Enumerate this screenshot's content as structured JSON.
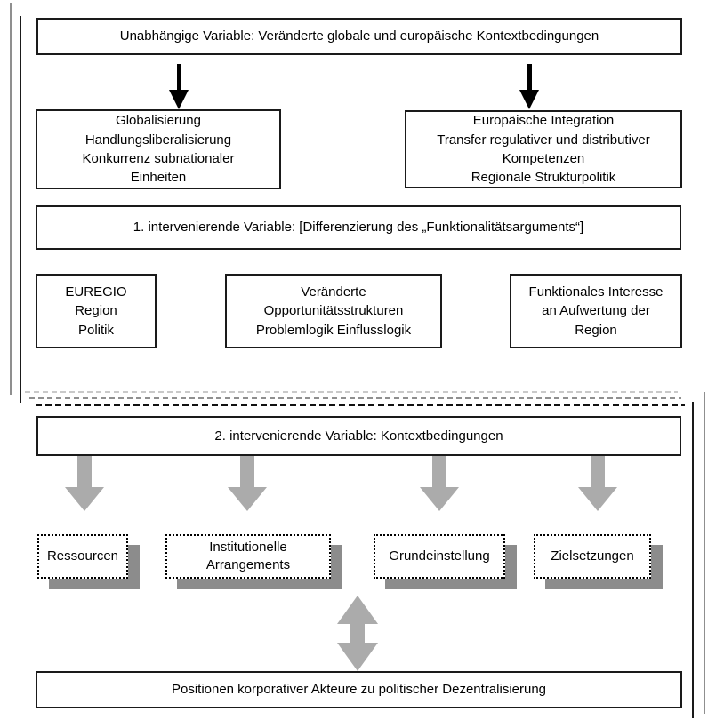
{
  "diagram": {
    "independent_variable": {
      "label": "Unabhängige Variable: Veränderte globale und europäische Kontextbedingungen"
    },
    "globalization": {
      "label": "Globalisierung\nHandlungsliberalisierung\nKonkurrenz subnationaler\nEinheiten"
    },
    "european_integration": {
      "label": "Europäische Integration\nTransfer regulativer und distributiver\nKompetenzen\nRegionale Strukturpolitik"
    },
    "intervening_variable_1": {
      "label": "1. intervenierende Variable: [Differenzierung des „Funktionalitätsarguments“]"
    },
    "euregio": {
      "label": "EUREGIO\nRegion\nPolitik"
    },
    "opportunity_structures": {
      "label": "Veränderte\nOpportunitätsstrukturen\nProblemlogik Einflusslogik"
    },
    "functional_interest": {
      "label": "Funktionales Interesse\nan Aufwertung der\nRegion"
    },
    "intervening_variable_2": {
      "label": "2. intervenierende Variable: Kontextbedingungen"
    },
    "context_conditions": [
      {
        "label": "Ressourcen"
      },
      {
        "label": "Institutionelle\nArrangements"
      },
      {
        "label": "Grundeinstellung"
      },
      {
        "label": "Zielsetzungen"
      }
    ],
    "positions": {
      "label": "Positionen korporativer Akteure zu politischer Dezentralisierung"
    },
    "colors": {
      "box_border": "#1a1a1a",
      "arrow_black": "#000000",
      "arrow_gray": "#ababab",
      "shadow_gray": "#8c8c8c",
      "guide_line_gray": "#8f8f8f"
    }
  }
}
